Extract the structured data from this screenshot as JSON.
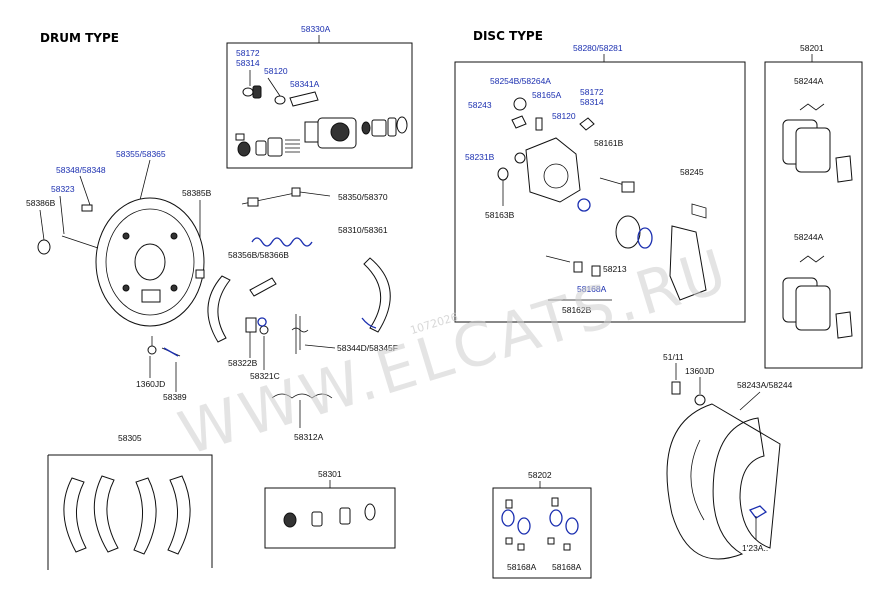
{
  "headers": {
    "drum": "DRUM TYPE",
    "disc": "DISC TYPE"
  },
  "labels": {
    "p58330A": "58330A",
    "p58172_a": "58172",
    "p58314_a": "58314",
    "p58120_a": "58120",
    "p58341A": "58341A",
    "p58355": "58355/58365",
    "p58348": "58348/58348",
    "p58323": "58323",
    "p58386B": "58386B",
    "p58385B": "58385B",
    "p58350": "58350/58370",
    "p58310": "58310/58361",
    "p58356B": "58356B/58366B",
    "p58344D": "58344D/58345F",
    "p58322B": "58322B",
    "p58321C": "58321C",
    "p58312A": "58312A",
    "p1360JD_a": "1360JD",
    "p58389": "58389",
    "p58305": "58305",
    "p58301": "58301",
    "p58202": "58202",
    "p58168A_a": "58168A",
    "p58168A_b": "58168A",
    "p58280": "58280/58281",
    "p58254B": "58254B/58264A",
    "p58165A": "58165A",
    "p58243": "58243",
    "p58172_b": "58172",
    "p58314_b": "58314",
    "p58120_b": "58120",
    "p58231B": "58231B",
    "p58161B": "58161B",
    "p58163B": "58163B",
    "p58245": "58245",
    "p58213": "58213",
    "p58168A_c": "58168A",
    "p58162B": "58162B",
    "p58201": "58201",
    "p58244A_a": "58244A",
    "p58244A_b": "58244A",
    "p5111": "51/11",
    "p1360JD_b": "1360JD",
    "p58243A": "58243A/58244",
    "p123A": "1'23A.."
  },
  "watermark": {
    "main": "WWW.ELCATS.RU",
    "small": "1072026"
  }
}
